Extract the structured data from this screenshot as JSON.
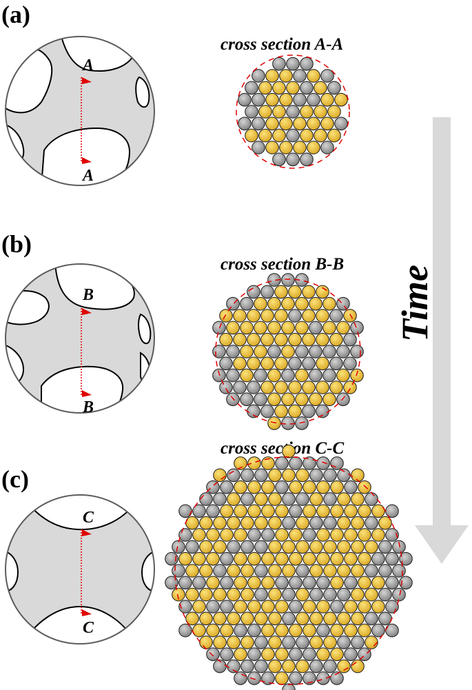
{
  "panels": [
    {
      "label": "(a)",
      "cross_section_title": "cross section A-A",
      "marker_top": "A",
      "marker_bottom": "A"
    },
    {
      "label": "(b)",
      "cross_section_title": "cross section B-B",
      "marker_top": "B",
      "marker_bottom": "B"
    },
    {
      "label": "(c)",
      "cross_section_title": "cross section C-C",
      "marker_top": "C",
      "marker_bottom": "C"
    }
  ],
  "arrow": {
    "label": "Time"
  },
  "colors": {
    "gold": "#e8bc2c",
    "gold_light": "#f7dc6e",
    "gray": "#8e8e8e",
    "gray_light": "#cfcfcf",
    "pore_fill": "#d9d9d9",
    "section_line": "#e00000",
    "arrow_fill": "#d9d9d9"
  }
}
